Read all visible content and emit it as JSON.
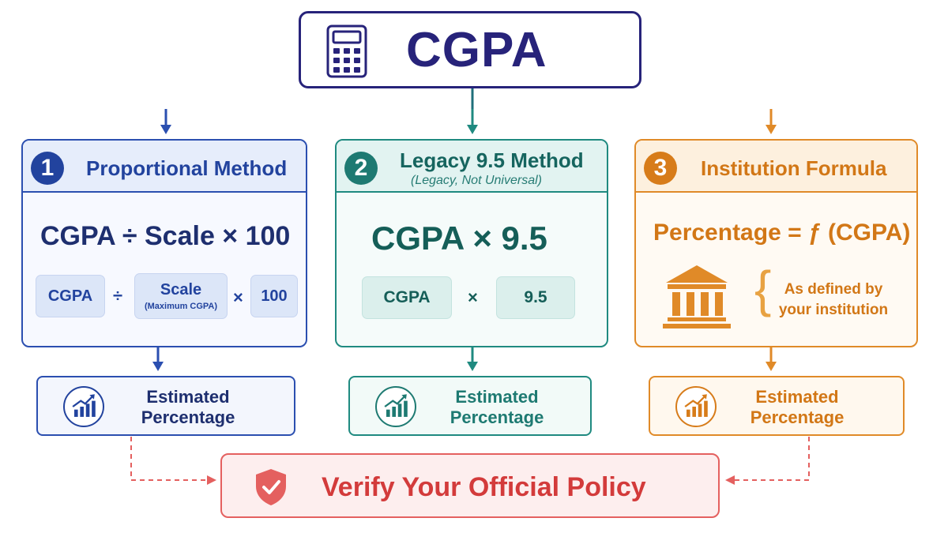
{
  "title": "CGPA",
  "methods": [
    {
      "number": "1",
      "title": "Proportional Method",
      "formula": "CGPA ÷ Scale × 100",
      "chips": {
        "a": "CGPA",
        "op1": "÷",
        "b": "Scale",
        "b_sub": "(Maximum CGPA)",
        "op2": "×",
        "c": "100"
      },
      "result": [
        "Estimated",
        "Percentage"
      ]
    },
    {
      "number": "2",
      "title": "Legacy 9.5 Method",
      "subtitle": "(Legacy, Not Universal)",
      "formula": "CGPA  ×  9.5",
      "chips": {
        "a": "CGPA",
        "op1": "×",
        "b": "9.5"
      },
      "result": [
        "Estimated",
        "Percentage"
      ]
    },
    {
      "number": "3",
      "title": "Institution Formula",
      "formula": "Percentage = ƒ (CGPA)",
      "note": [
        "As defined by",
        "your institution"
      ],
      "result": [
        "Estimated",
        "Percentage"
      ]
    }
  ],
  "verify": "Verify Your Official Policy",
  "colors": {
    "navy": "#27237a",
    "blue": "#22439e",
    "teal": "#1e7a72",
    "orange": "#d77c1a",
    "red": "#d33b3b"
  },
  "icons": [
    "calculator-icon",
    "chart-growth-icon",
    "institution-building-icon",
    "shield-check-icon"
  ]
}
